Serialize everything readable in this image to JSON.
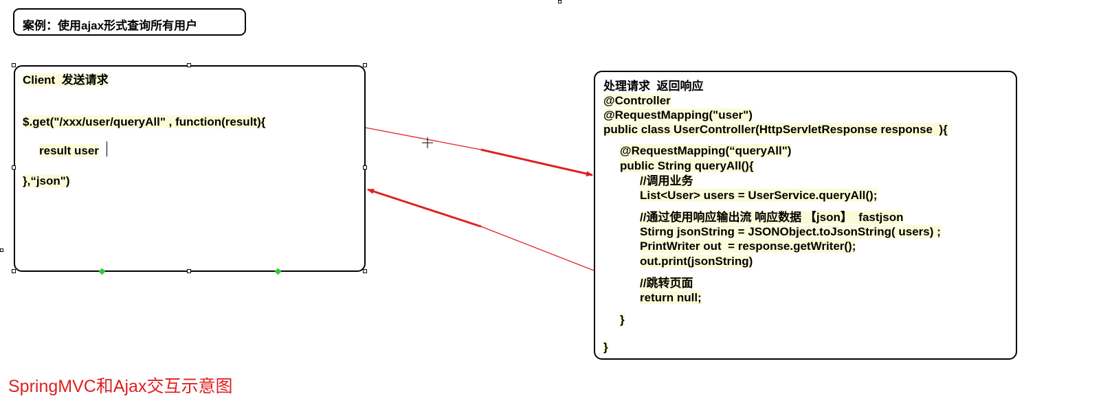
{
  "title": "案例：使用ajax形式查询所有用户",
  "client": {
    "heading": "Client  发送请求",
    "lines": [
      "$.get(\"/xxx/user/queryAll\" , function(result){",
      "result user",
      "},“json\")"
    ]
  },
  "server": {
    "lines": [
      "处理请求  返回响应",
      "@Controller",
      "@RequestMapping(\"user\")",
      "public class UserController(HttpServletResponse response  ){",
      "@RequestMapping(“queryAll\")",
      "public String queryAll(){",
      "//调用业务",
      "List<User> users = UserService.queryAll();",
      "//通过使用响应输出流 响应数据 【json】  fastjson",
      "Stirng jsonString = JSONObject.toJsonString( users) ;",
      "PrintWriter out  = response.getWriter();",
      "out.print(jsonString)",
      "//跳转页面",
      "return null;",
      "}",
      "}"
    ]
  },
  "caption": "SpringMVC和Ajax交互示意图",
  "colors": {
    "arrow": "#e02020",
    "caption": "#e11d1d",
    "text_highlight": "#fbfbd8"
  }
}
